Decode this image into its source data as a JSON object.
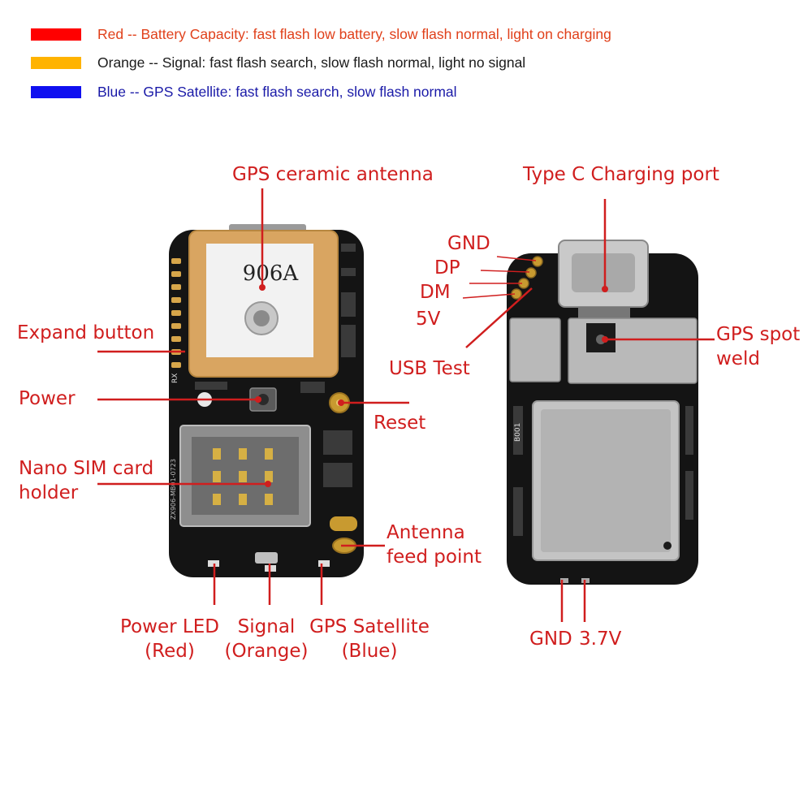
{
  "legend": [
    {
      "color": "#ff0000",
      "text": "Red -- Battery Capacity: fast flash low battery, slow flash normal, light on charging",
      "text_color": "#e0401a"
    },
    {
      "color": "#ffb300",
      "text": "Orange -- Signal: fast flash search, slow flash normal, light no signal",
      "text_color": "#1a1a1a"
    },
    {
      "color": "#1010f0",
      "text": "Blue -- GPS Satellite: fast flash search, slow flash normal",
      "text_color": "#1a1aa8"
    }
  ],
  "front": {
    "antenna_text": "906A",
    "side_text": "RX",
    "board_text": "ZX906-MB01-0723",
    "label_gps_antenna": "GPS ceramic antenna",
    "label_expand_button": "Expand button",
    "label_power": "Power",
    "label_reset": "Reset",
    "label_sim_line1": "Nano SIM card",
    "label_sim_line2": "holder",
    "label_antenna_feed_line1": "Antenna",
    "label_antenna_feed_line2": "feed point",
    "label_power_led_line1": "Power LED",
    "label_power_led_line2": "(Red)",
    "label_signal_line1": "Signal",
    "label_signal_line2": "(Orange)",
    "label_gps_sat_line1": "GPS Satellite",
    "label_gps_sat_line2": "(Blue)"
  },
  "back": {
    "board_text": "B001",
    "label_type_c": "Type C Charging port",
    "label_gnd": "GND",
    "label_dp": "DP",
    "label_dm": "DM",
    "label_5v": "5V",
    "label_usb_test": "USB Test",
    "label_gps_spot_line1": "GPS spot",
    "label_gps_spot_line2": "weld",
    "label_bottom_gnd": "GND",
    "label_bottom_37v": "3.7V"
  },
  "colors": {
    "label_red": "#d01e1e",
    "board_black": "#141414",
    "antenna_gold": "#d9a561",
    "shield_silver": "#b9b9b9"
  }
}
